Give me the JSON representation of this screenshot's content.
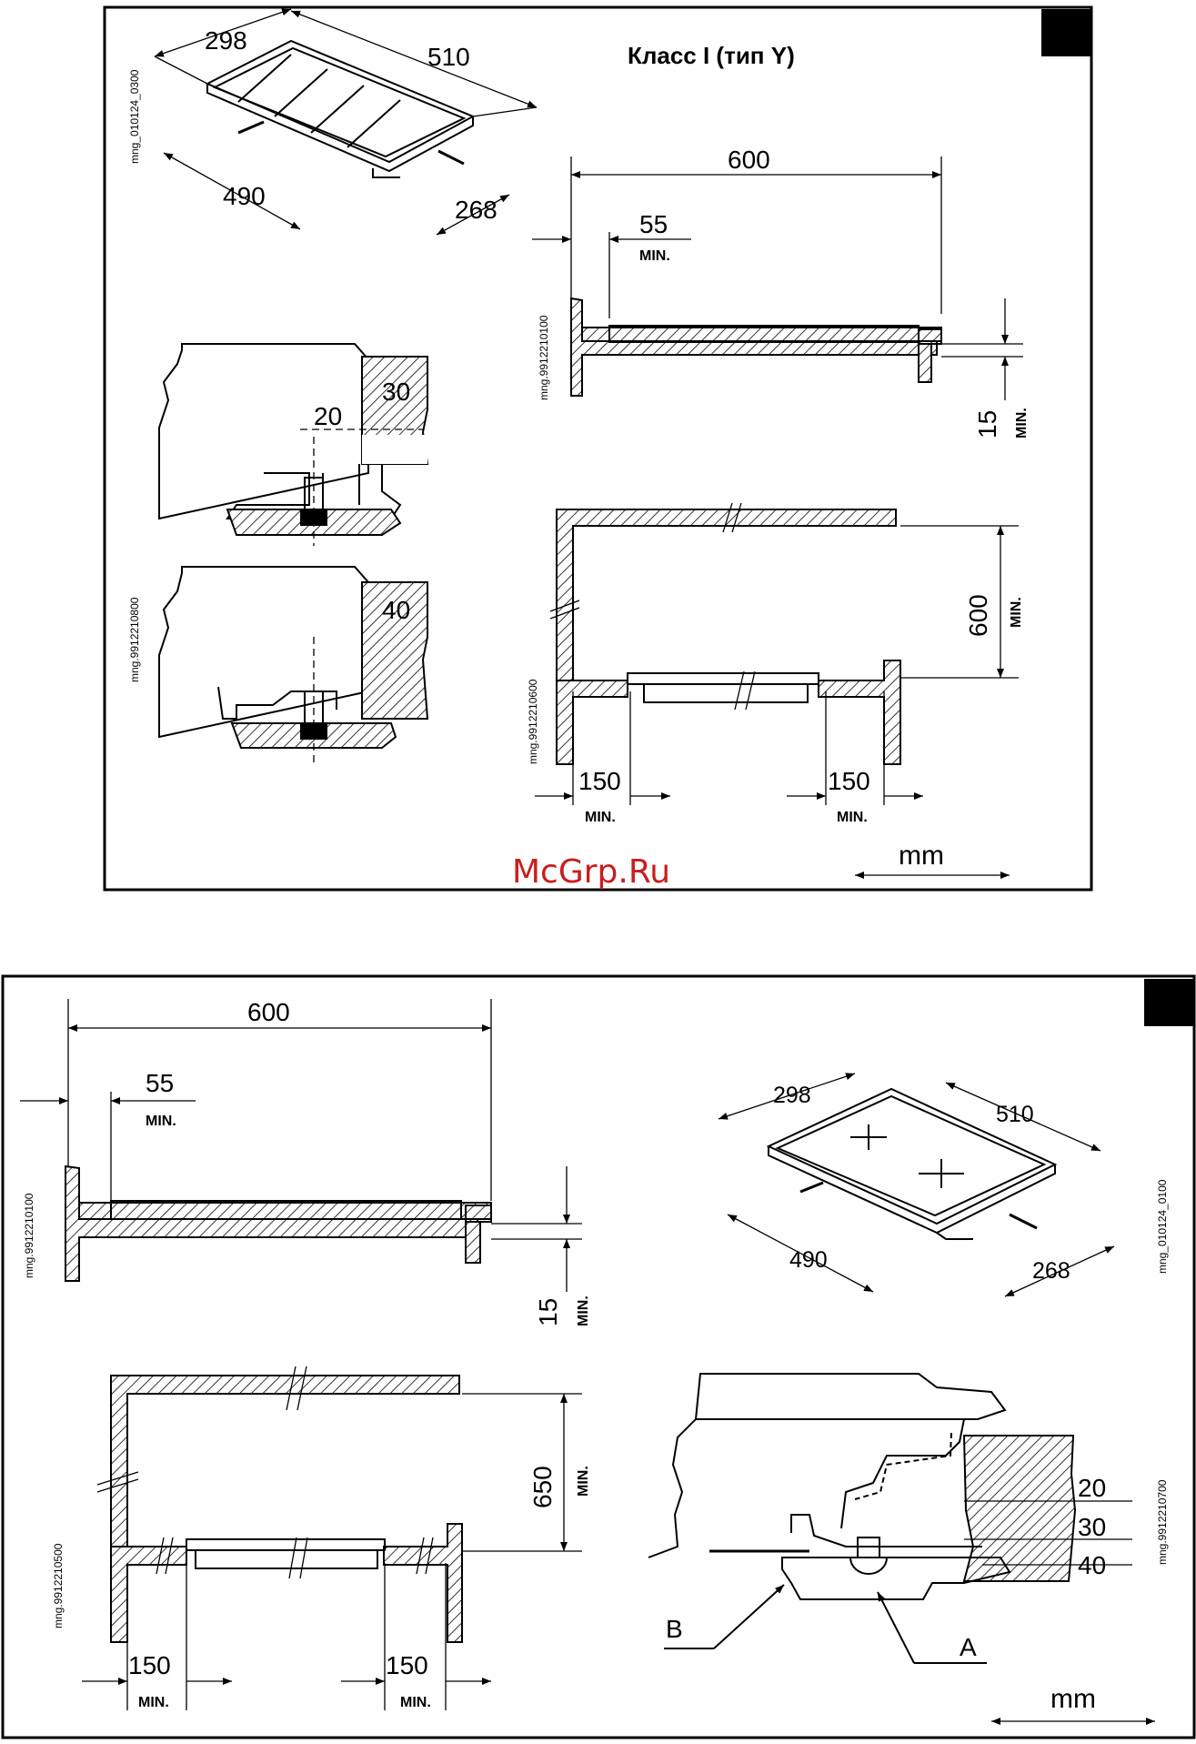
{
  "top_panel": {
    "title": "Класс I (тип Y)",
    "unit": "mm",
    "codes": [
      "mng_010124_0300",
      "mng.9912210100",
      "mng.9912210800",
      "mng.9912210600"
    ],
    "hob_dims": {
      "depth": "298",
      "width": "510",
      "cutout_width": "490",
      "cutout_depth": "268"
    },
    "side_view": {
      "width": "600",
      "clearance": "55",
      "clearance_min": "MIN.",
      "height": "15",
      "height_min": "MIN."
    },
    "fixing": {
      "upper_gap": "20",
      "upper_thickness": "30",
      "lower_thickness": "40"
    },
    "cabinet": {
      "height": "600",
      "height_min": "MIN.",
      "left": "150",
      "left_min": "MIN.",
      "right": "150",
      "right_min": "MIN."
    }
  },
  "watermark": "McGrp.Ru",
  "bottom_panel": {
    "unit": "mm",
    "codes": [
      "mng.9912210100",
      "mng_010124_0100",
      "mng.9912210500",
      "mng.9912210700"
    ],
    "side_view": {
      "width": "600",
      "clearance": "55",
      "clearance_min": "MIN.",
      "height": "15",
      "height_min": "MIN."
    },
    "hob_dims": {
      "depth": "298",
      "width": "510",
      "cutout_width": "490",
      "cutout_depth": "268"
    },
    "cabinet": {
      "height": "650",
      "height_min": "MIN.",
      "left": "150",
      "left_min": "MIN.",
      "right": "150",
      "right_min": "MIN."
    },
    "fixing": {
      "t1": "20",
      "t2": "30",
      "t3": "40",
      "label_b": "B",
      "label_a": "A"
    }
  }
}
